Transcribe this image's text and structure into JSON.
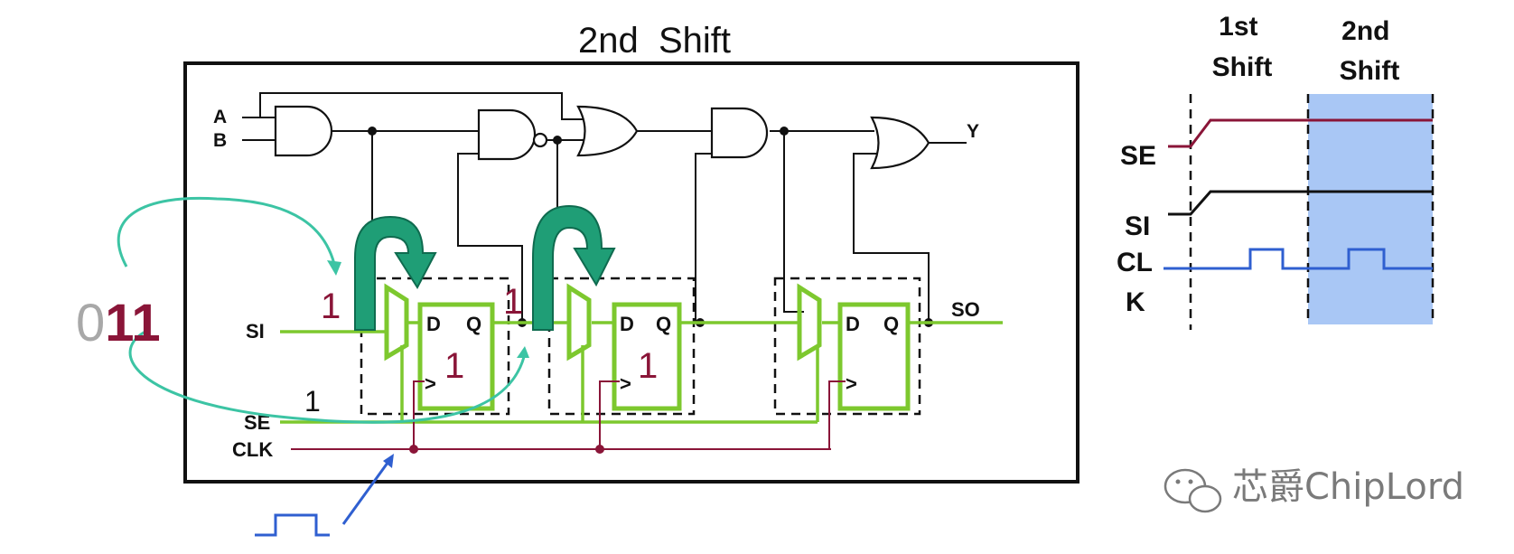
{
  "title": "2nd  Shift",
  "inputs": {
    "a": "A",
    "b": "B",
    "si": "SI",
    "se": "SE",
    "clk": "CLK"
  },
  "outputs": {
    "y": "Y",
    "so": "SO"
  },
  "flipflop": {
    "d": "D",
    "q": "Q",
    "clk_symbol": ">"
  },
  "stored_values": [
    "1",
    "1"
  ],
  "mux_input_value": "1",
  "mux2_input_value": "1",
  "se_value": "1",
  "scan_sequence": {
    "consumed": "0",
    "pending": "11"
  },
  "waveform": {
    "headers": [
      "1st\nShift",
      "2nd\nShift"
    ],
    "signals": [
      "SE",
      "SI",
      "CL\nK"
    ],
    "colors": {
      "se": "#8a1538",
      "si": "#111111",
      "clk": "#2f5fd0",
      "highlight": "#a9c7f5"
    }
  },
  "colors": {
    "scan_path": "#7dc82e",
    "clock": "#8a1538",
    "arrow": "#1f9e76",
    "pulse": "#2f5fd0"
  },
  "watermark": "芯爵ChipLord"
}
